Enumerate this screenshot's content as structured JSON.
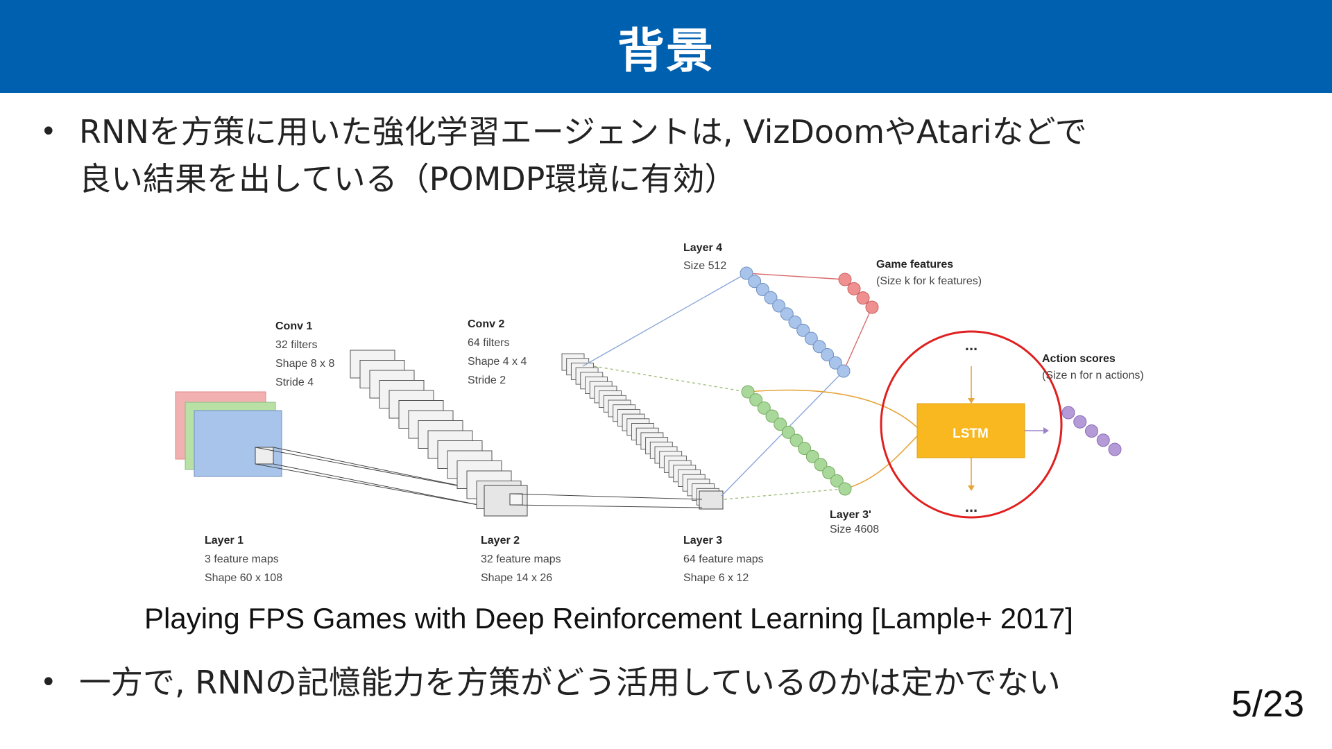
{
  "slide": {
    "title": "背景",
    "bullets": [
      "RNNを方策に用いた強化学習エージェントは, VizDoomやAtariなどで",
      "良い結果を出している（POMDP環境に有効）",
      "一方で, RNNの記憶能力を方策がどう活用しているのかは定かでない"
    ],
    "bullet_marker": "•",
    "caption": "Playing FPS Games with Deep Reinforcement Learning [Lample+ 2017]",
    "page": "5/23"
  },
  "figure": {
    "layer1": {
      "title": "Layer 1",
      "line1": "3 feature maps",
      "line2": "Shape 60 x 108"
    },
    "conv1": {
      "title": "Conv 1",
      "line1": "32 filters",
      "line2": "Shape 8 x 8",
      "line3": "Stride 4"
    },
    "layer2": {
      "title": "Layer 2",
      "line1": "32 feature maps",
      "line2": "Shape 14 x 26"
    },
    "conv2": {
      "title": "Conv 2",
      "line1": "64 filters",
      "line2": "Shape 4 x 4",
      "line3": "Stride 2"
    },
    "layer3": {
      "title": "Layer 3",
      "line1": "64 feature maps",
      "line2": "Shape 6 x 12"
    },
    "layer4": {
      "title": "Layer 4",
      "line1": "Size 512"
    },
    "layer3p": {
      "title": "Layer 3'",
      "line1": "Size 4608"
    },
    "game_features": {
      "title": "Game features",
      "line1": "(Size k for k features)"
    },
    "action_scores": {
      "title": "Action scores",
      "line1": "(Size n for n actions)"
    },
    "lstm": {
      "label": "LSTM",
      "ellipsis_top": "...",
      "ellipsis_bottom": "..."
    },
    "colors": {
      "blue_node": "#a9c4ea",
      "green_node": "#a8d89a",
      "red_node": "#ef8f8f",
      "purple_node": "#b49ad6",
      "lstm_fill": "#f9b820",
      "highlight": "#e02020",
      "header": "#0060b0"
    }
  }
}
